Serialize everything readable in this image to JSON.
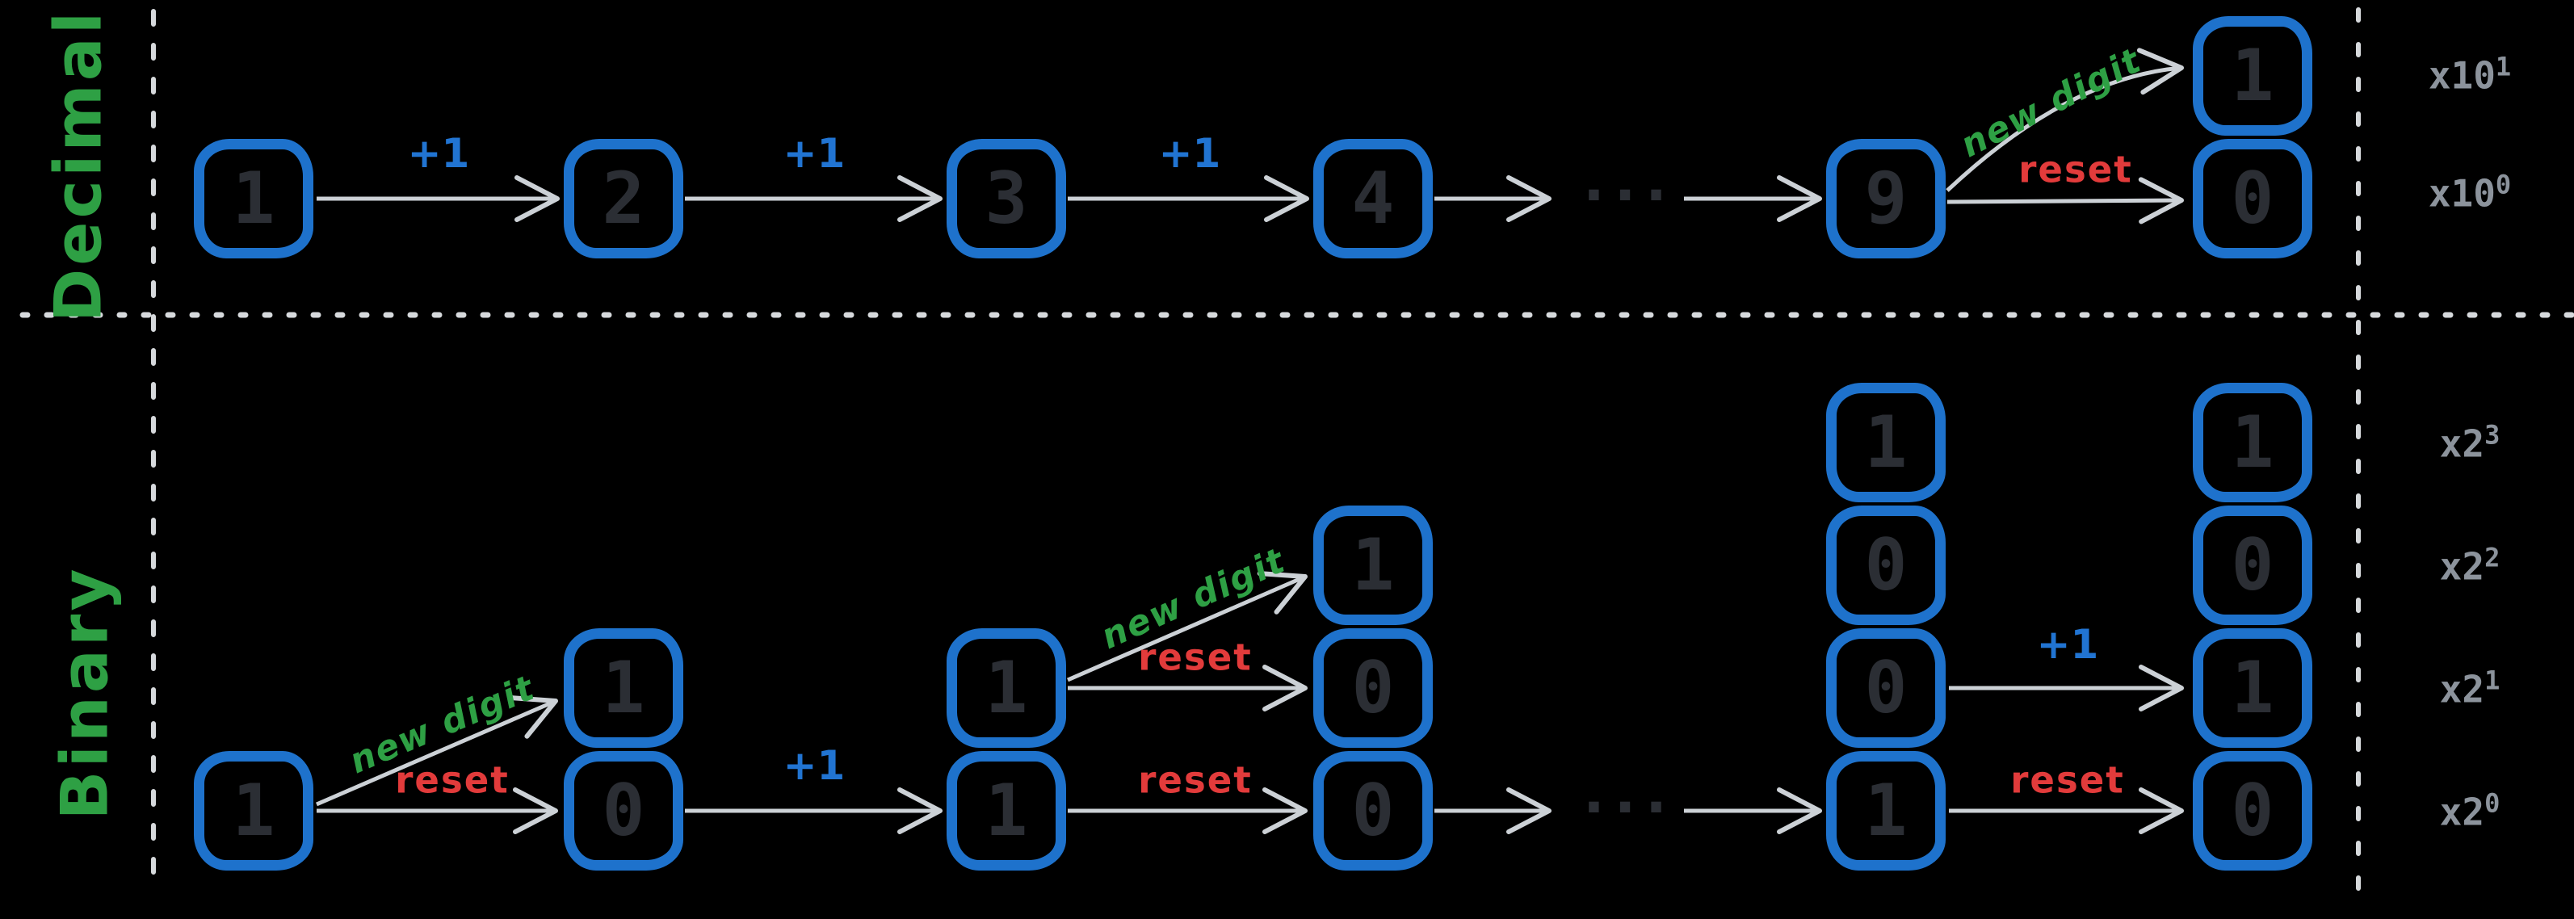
{
  "sections": {
    "decimal": {
      "label": "Decimal"
    },
    "binary": {
      "label": "Binary"
    }
  },
  "labels": {
    "plus_one": "+1",
    "new_digit": "new digit",
    "reset": "reset",
    "ellipsis": "..."
  },
  "decimal": {
    "boxes": [
      "1",
      "2",
      "3",
      "4"
    ],
    "overflow_box": "9",
    "carry_stack": [
      "1",
      "0"
    ],
    "powers": [
      {
        "base": "x10",
        "exp": "1"
      },
      {
        "base": "x10",
        "exp": "0"
      }
    ]
  },
  "binary": {
    "columns": [
      [
        "1"
      ],
      [
        "1",
        "0"
      ],
      [
        "1",
        "1"
      ],
      [
        "1",
        "0",
        "0"
      ],
      [
        "1",
        "0",
        "0",
        "1"
      ],
      [
        "1",
        "0",
        "1",
        "0"
      ]
    ],
    "powers": [
      {
        "base": "x2",
        "exp": "3"
      },
      {
        "base": "x2",
        "exp": "2"
      },
      {
        "base": "x2",
        "exp": "1"
      },
      {
        "base": "x2",
        "exp": "0"
      }
    ]
  },
  "colors": {
    "background": "#000000",
    "box_border_blue": "#1e72cc",
    "digit_charcoal": "#2b2e34",
    "green": "#2ea044",
    "red": "#e23b3b",
    "plus_blue": "#2174d2",
    "arrow_gray": "#ccd1d6",
    "guide_gray": "#d6d9dc",
    "power_label_gray": "#8c939c"
  }
}
